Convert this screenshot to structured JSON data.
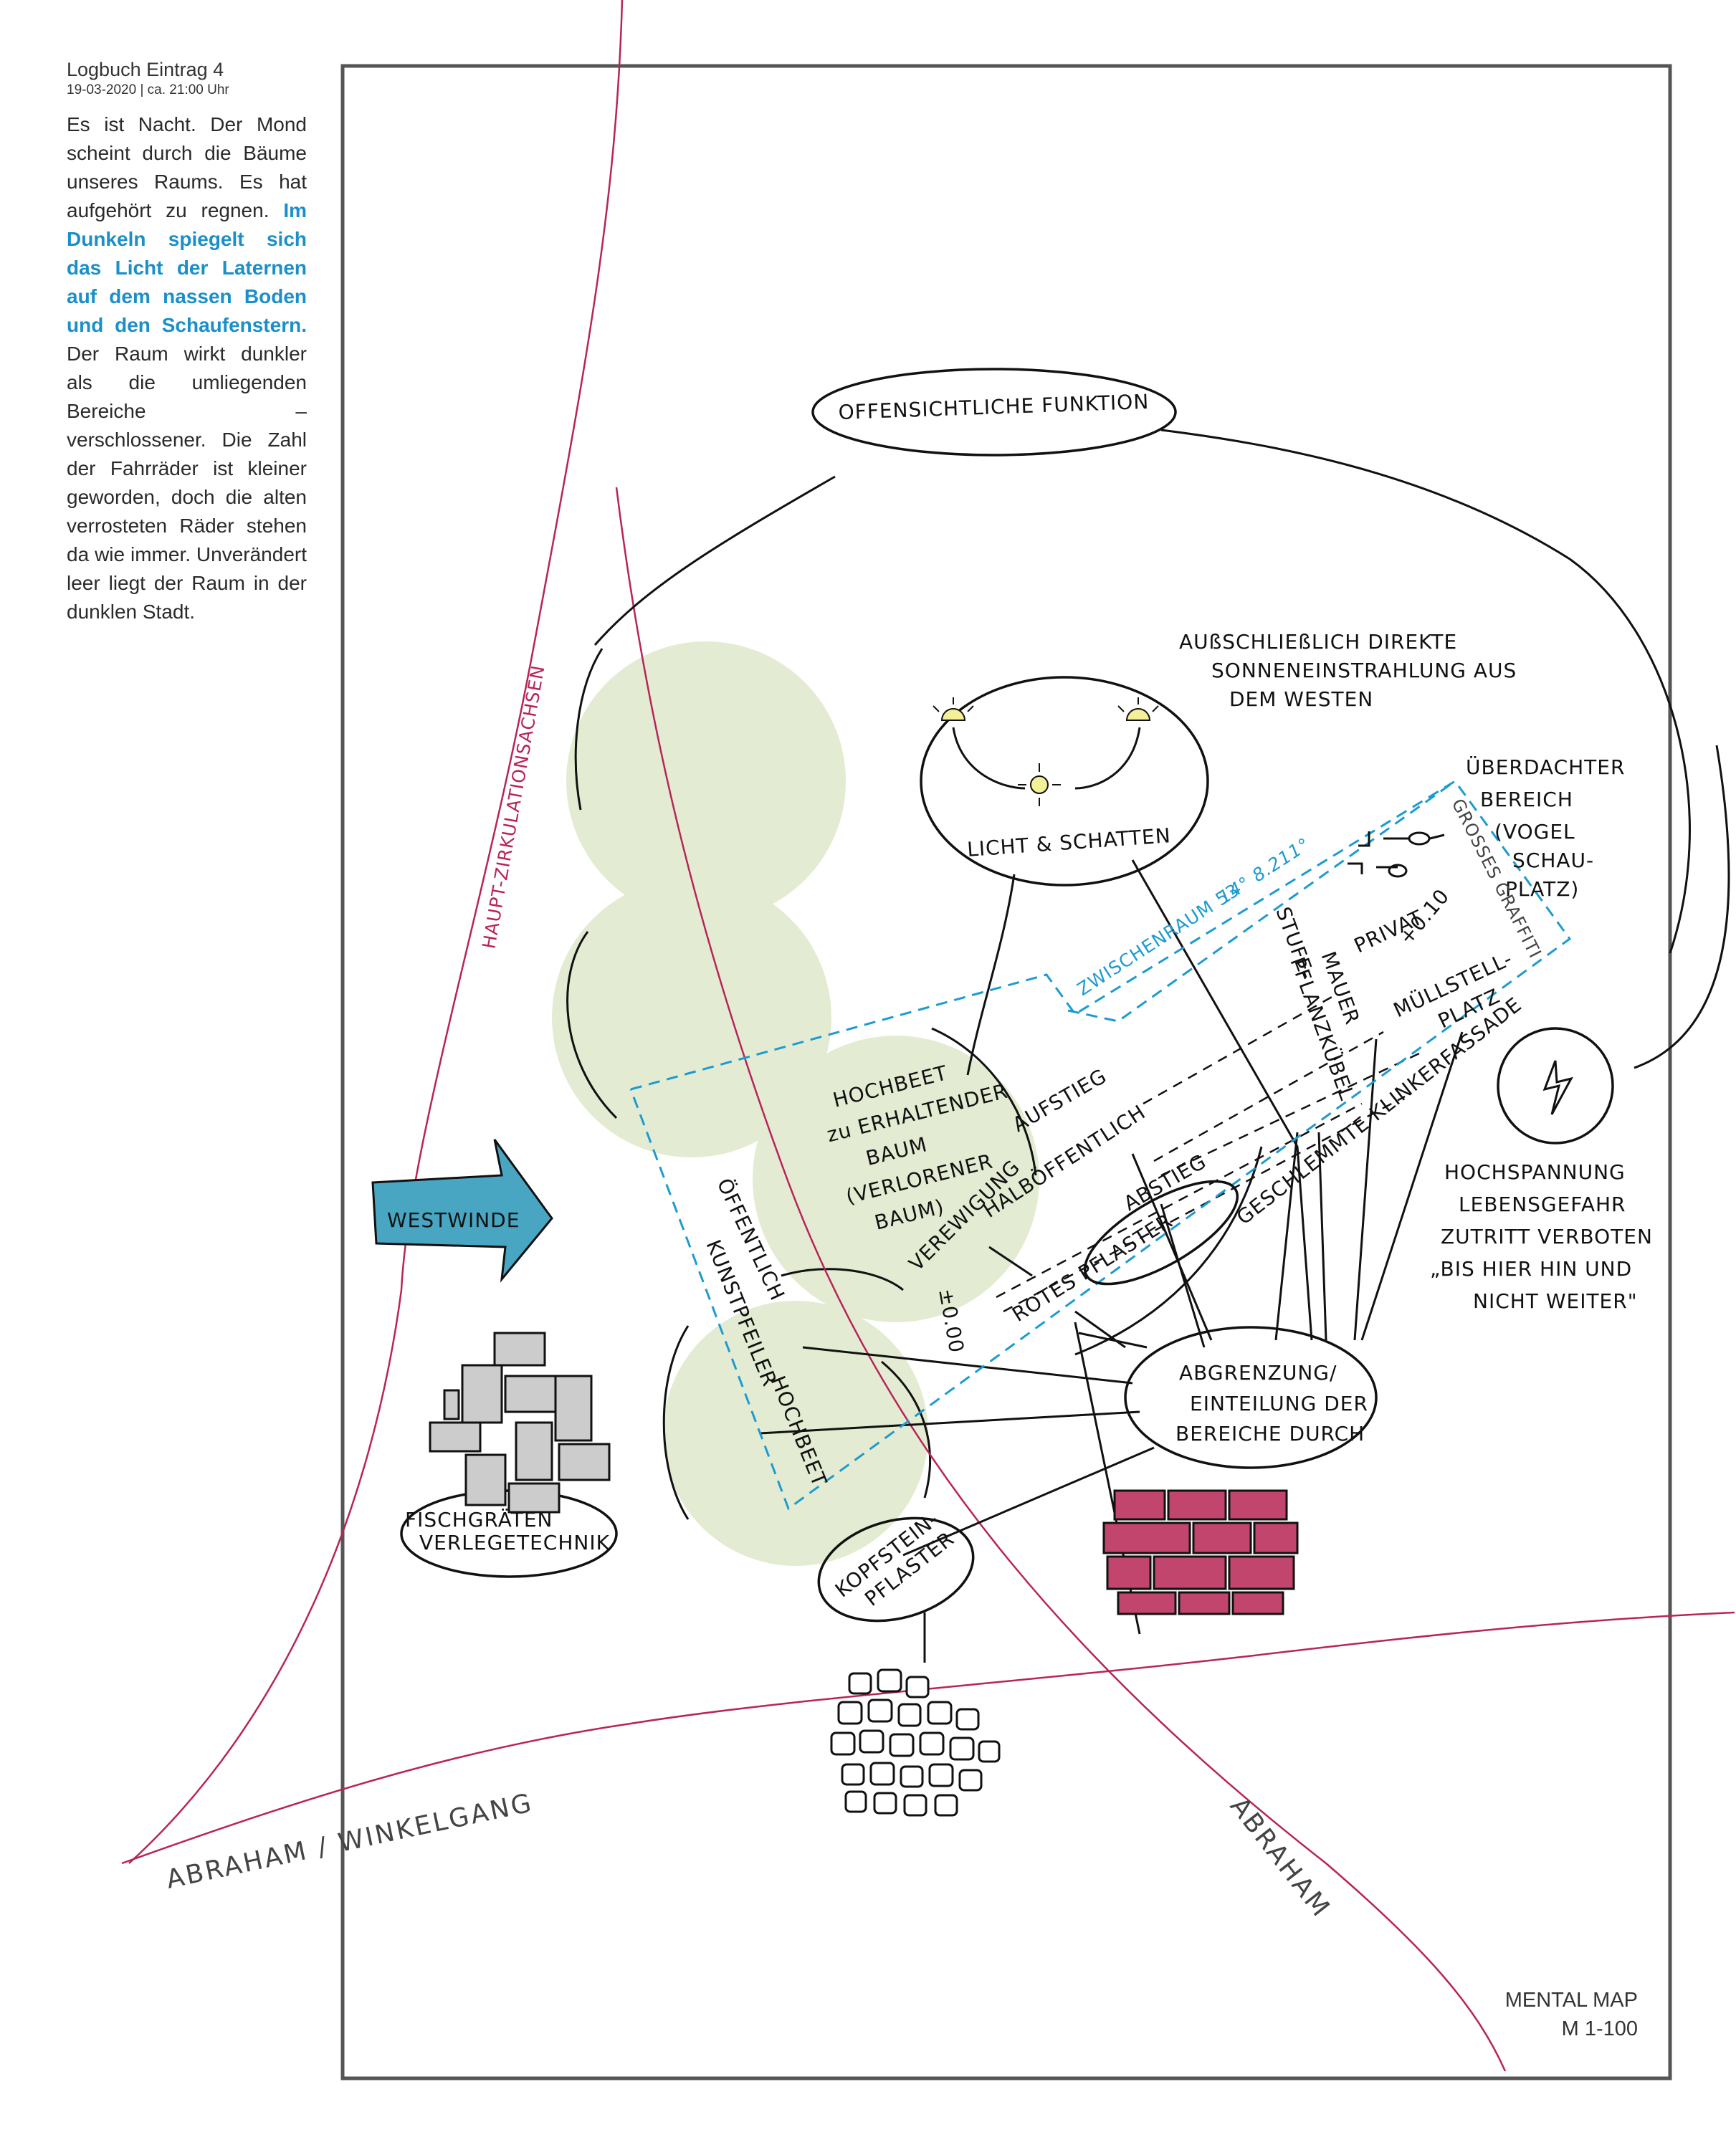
{
  "journal": {
    "title": "Logbuch Eintrag   4",
    "date": "19-03-2020 | ca. 21:00 Uhr",
    "text_1": "Es ist Nacht. Der Mond scheint durch die Bäume unseres Raums. Es hat aufgehört zu regnen.",
    "highlight": "Im Dunkeln spiegelt sich das Licht der Laternen auf dem nassen Boden und den Schaufenstern.",
    "text_2": "Der Raum wirkt dunkler als die umliegenden Bereiche – verschlossener. Die Zahl der Fahrräder ist kleiner geworden, doch die alten verrosteten Räder stehen da wie immer. Unverändert leer liegt der Raum in der dunklen Stadt."
  },
  "map": {
    "offensichtliche_funktion": "OFFENSICHTLICHE FUNKTION",
    "ausschliesslich": [
      "AUßSCHLIEßLICH DIREKTE",
      "SONNENEINSTRAHLUNG AUS",
      "DEM WESTEN"
    ],
    "licht_schatten": "LICHT & SCHATTEN",
    "ueberdachter": [
      "ÜBERDACHTER",
      "BEREICH",
      "(VOGEL",
      "SCHAU-",
      "PLATZ)"
    ],
    "grosses_graffiti": "GROSSES GRAFFITI",
    "zwischenraum": "ZWISCHENRAUM 53",
    "koordinaten": "14° 8.211°",
    "stufe_mauer": [
      "STUFE-",
      "MAUER"
    ],
    "pflanzkuebel": "PFLANZKÜBEL",
    "privat": "PRIVAT",
    "plus_0_10": "+0.10",
    "muellstellplatz": [
      "MÜLLSTELL-",
      "PLATZ"
    ],
    "klinker": "GESCHLEMMTE KLINKERFASSADE",
    "hochspannung": [
      "HOCHSPANNUNG",
      "LEBENSGEFAHR",
      "ZUTRITT VERBOTEN",
      "„BIS HIER HIN UND",
      "NICHT WEITER\""
    ],
    "hochbeet": [
      "HOCHBEET",
      "zu ERHALTENDER",
      "BAUM",
      "(VERLORENER",
      "BAUM)"
    ],
    "aufstieg": "AUFSTIEG",
    "halboeffentlich": "HALBÖFFENTLICH",
    "abstieg": "ABSTIEG",
    "verewigung": "VEREWIGUNG",
    "rotes_pflaster": "ROTES PFLASTER",
    "plus_0_00": "±0.00",
    "oeffentlich": "ÖFFENTLICH",
    "kunstpfeiler": "KUNSTPFEILER",
    "hochbeet2": "HOCHBEET",
    "abgrenzung": [
      "ABGRENZUNG/",
      "EINTEILUNG DER",
      "BEREICHE DURCH"
    ],
    "westwinde": "WESTWINDE",
    "fischgraeten": [
      "FISCHGRÄTEN",
      "VERLEGETECHNIK"
    ],
    "kopfstein": [
      "KOPFSTEIN-",
      "PFLASTER"
    ],
    "haupt_achsen": "HAUPT-ZIRKULATIONSACHSEN",
    "abraham_winkelgang": "ABRAHAM / WINKELGANG",
    "abraham": "ABRAHAM",
    "mental_map": "MENTAL MAP",
    "massstab": "M 1-100"
  },
  "colors": {
    "tree_fill": "#e3ecd2",
    "circulation_line": "#b8245a",
    "zone_line": "#1d9bd0",
    "brick": "#c2456e",
    "wind_arrow": "#49a6c3"
  },
  "icons": [
    "sun-icon",
    "lightning-icon",
    "wind-arrow-icon",
    "brick-wall-icon",
    "herringbone-paving-icon",
    "cobblestone-icon"
  ]
}
